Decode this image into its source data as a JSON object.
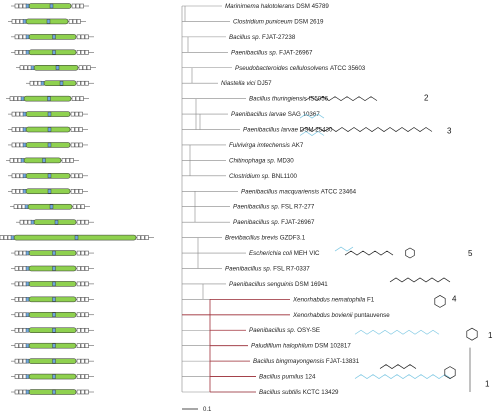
{
  "taxa": [
    {
      "name": "Marinimema halotolerans",
      "strain": "DSM 45789"
    },
    {
      "name": "Clostridium puniceum",
      "strain": "DSM 2619"
    },
    {
      "name": "Bacillus sp.",
      "strain": "FJAT-27238"
    },
    {
      "name": "Paenibacillus sp.",
      "strain": "FJAT-26967"
    },
    {
      "name": "Pseudobacteroides cellulosolvens",
      "strain": "ATCC 35603"
    },
    {
      "name": "Niastella vici",
      "strain": "DJ57"
    },
    {
      "name": "Bacillus thuringiensis",
      "strain": "IS5056"
    },
    {
      "name": "Paenibacillus larvae",
      "strain": "SAG 10367"
    },
    {
      "name": "Paenibacillus larvae",
      "strain": "DSM 25430"
    },
    {
      "name": "Fulvivirga imtechensis",
      "strain": "AK7"
    },
    {
      "name": "Chitinophaga sp.",
      "strain": "MD30"
    },
    {
      "name": "Clostridium sp.",
      "strain": "BNL1100"
    },
    {
      "name": "Paenibacillus macquariensis",
      "strain": "ATCC 23464"
    },
    {
      "name": "Paenibacillus sp.",
      "strain": "FSL R7-277"
    },
    {
      "name": "Paenibacillus sp.",
      "strain": "FJAT-26967"
    },
    {
      "name": "Brevibacillus brevis",
      "strain": "GZDF3.1"
    },
    {
      "name": "Escherichia coli",
      "strain": "MEH VIC"
    },
    {
      "name": "Paenibacillus sp.",
      "strain": "FSL R7-0337"
    },
    {
      "name": "Paenibacillus senguinis",
      "strain": "DSM 16941"
    },
    {
      "name": "Xenorhabdus nematophila",
      "strain": "F1"
    },
    {
      "name": "Xenorhabdus bovienii",
      "strain": "puntauvense"
    },
    {
      "name": "Paenibacillus sp.",
      "strain": "OSY-SE"
    },
    {
      "name": "Paludifilum halophilum",
      "strain": "DSM 102817"
    },
    {
      "name": "Bacillus bingmayongensis",
      "strain": "FJAT-13831"
    },
    {
      "name": "Bacillus pumilus",
      "strain": "124"
    },
    {
      "name": "Bacillus subtilis",
      "strain": "KCTC 13429"
    }
  ],
  "compound_labels": [
    "2",
    "3",
    "5",
    "4",
    "1",
    "1"
  ],
  "scale_bar": {
    "label": "0.1",
    "value": 0.1
  },
  "colors": {
    "gene_core": "#8fd14f",
    "gene_accent": "#6fa8dc",
    "gene_other": "#ffffff",
    "tree_line": "#888888",
    "tree_highlight": "#a0303a",
    "structure_black": "#222222",
    "structure_cyan": "#7ec8e3"
  }
}
